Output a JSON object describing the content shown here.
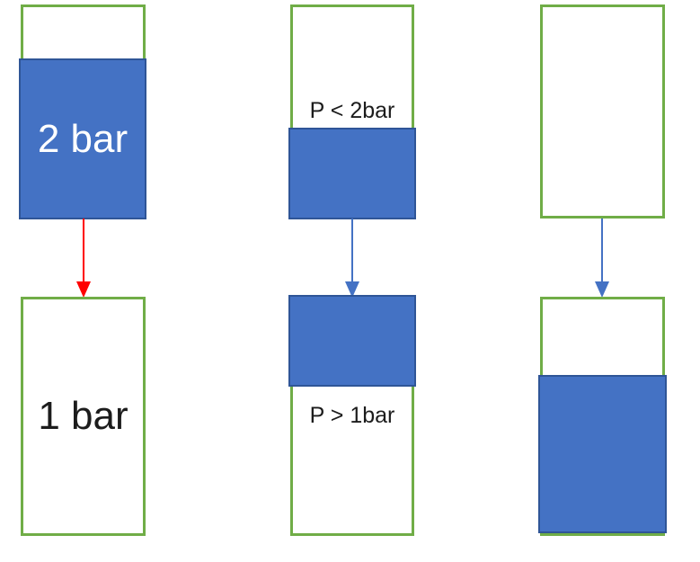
{
  "diagram": {
    "description": "Pressure equalization between a 2 bar tank and a 1 bar tank shown in three stages",
    "colors": {
      "tank_border_green": "#70AD47",
      "liquid_blue": "#4472C4",
      "liquid_border_blue": "#2F5597",
      "arrow_red": "#FF0000",
      "arrow_blue": "#4472C4",
      "text_dark": "#1C1C1C",
      "text_light": "#FFFFFF"
    },
    "stages": [
      {
        "top_tank": {
          "label": "2 bar",
          "fill_percent": 75,
          "fill_position": "bottom"
        },
        "arrow": {
          "direction": "down",
          "color": "#FF0000"
        },
        "bottom_tank": {
          "label": "1 bar",
          "fill_percent": 0
        }
      },
      {
        "top_tank": {
          "label": "P < 2bar",
          "fill_percent": 43,
          "fill_position": "bottom"
        },
        "arrow": {
          "direction": "down",
          "color": "#4472C4"
        },
        "bottom_tank": {
          "label": "P > 1bar",
          "fill_percent": 38,
          "fill_position": "top"
        }
      },
      {
        "top_tank": {
          "label": "",
          "fill_percent": 0
        },
        "arrow": {
          "direction": "down",
          "color": "#4472C4"
        },
        "bottom_tank": {
          "label": "",
          "fill_percent": 66,
          "fill_position": "bottom"
        }
      }
    ]
  }
}
